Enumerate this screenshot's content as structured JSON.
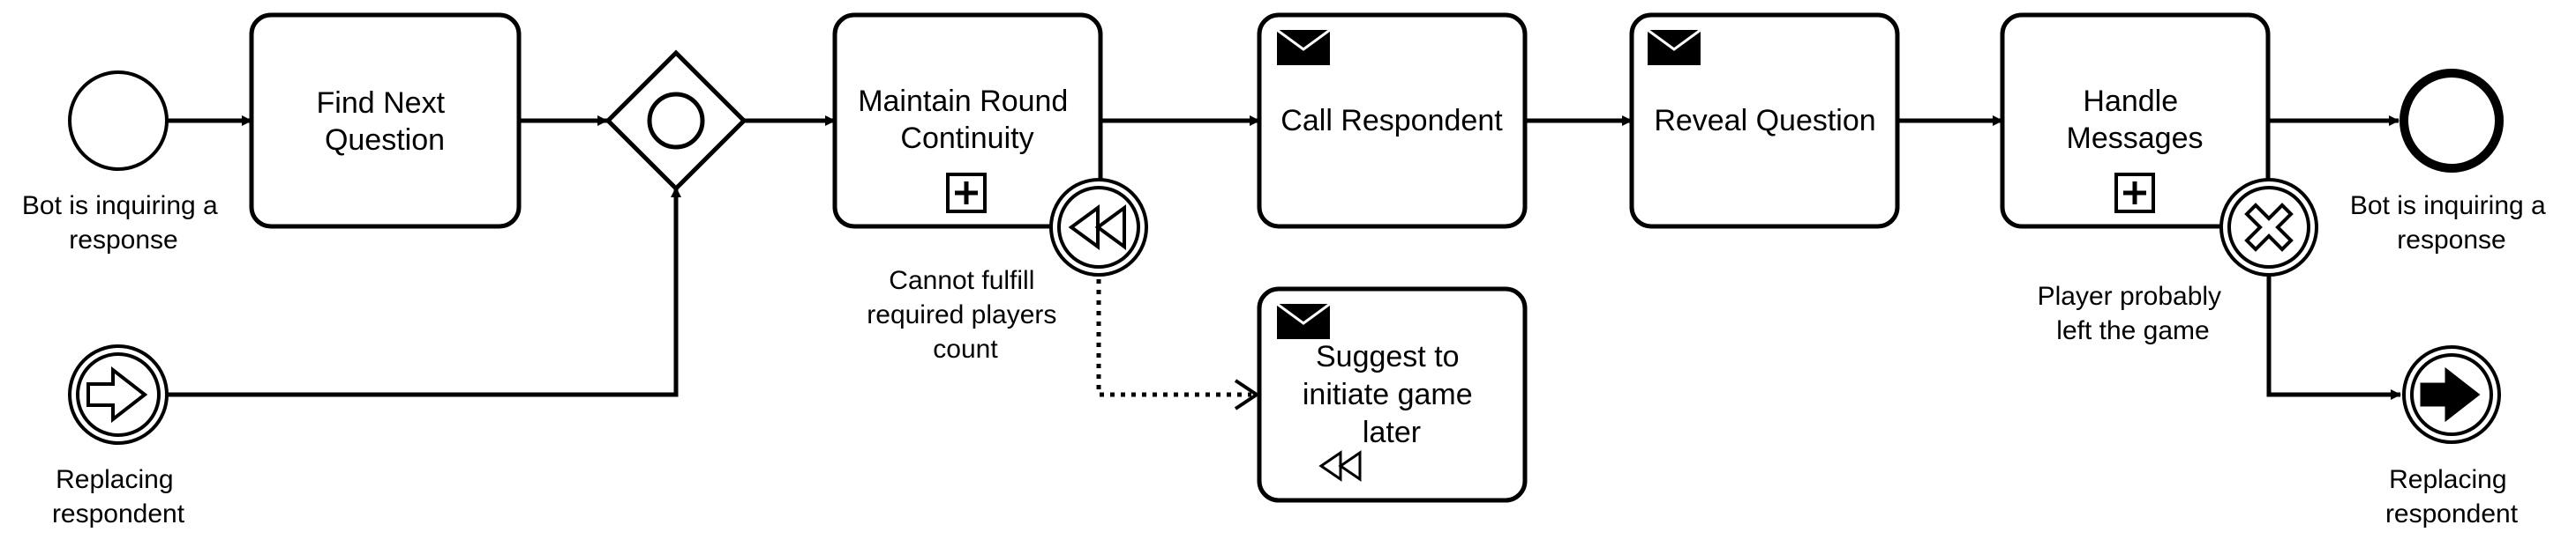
{
  "elements": {
    "start_event": {
      "label": [
        "Bot is inquiring a",
        "response"
      ]
    },
    "replacing_start_event": {
      "label": [
        "Replacing",
        "respondent"
      ]
    },
    "find_next_question": {
      "label": [
        "Find Next",
        "Question"
      ]
    },
    "maintain_round_continuity": {
      "label": [
        "Maintain Round",
        "Continuity"
      ]
    },
    "compensation_boundary": {
      "label": [
        "Cannot fulfill",
        "required players",
        "count"
      ]
    },
    "call_respondent": {
      "label": [
        "Call Respondent"
      ]
    },
    "reveal_question": {
      "label": [
        "Reveal Question"
      ]
    },
    "suggest_later": {
      "label": [
        "Suggest to",
        "initiate game",
        "later"
      ]
    },
    "handle_messages": {
      "label": [
        "Handle",
        "Messages"
      ]
    },
    "cancel_boundary": {
      "label": [
        "Player probably",
        "left the game"
      ]
    },
    "end_event": {
      "label": [
        "Bot is inquiring a",
        "response"
      ]
    },
    "replacing_end_event": {
      "label": [
        "Replacing",
        "respondent"
      ]
    }
  },
  "icons": {
    "gateway": "event-based-gateway-icon",
    "subprocess_marker": "collapsed-subprocess-plus-icon",
    "message_task": "envelope-icon",
    "compensation": "compensation-rewind-icon",
    "cancel": "cancel-x-icon",
    "link_catch": "link-arrow-outline-icon",
    "link_throw": "link-arrow-filled-icon"
  }
}
